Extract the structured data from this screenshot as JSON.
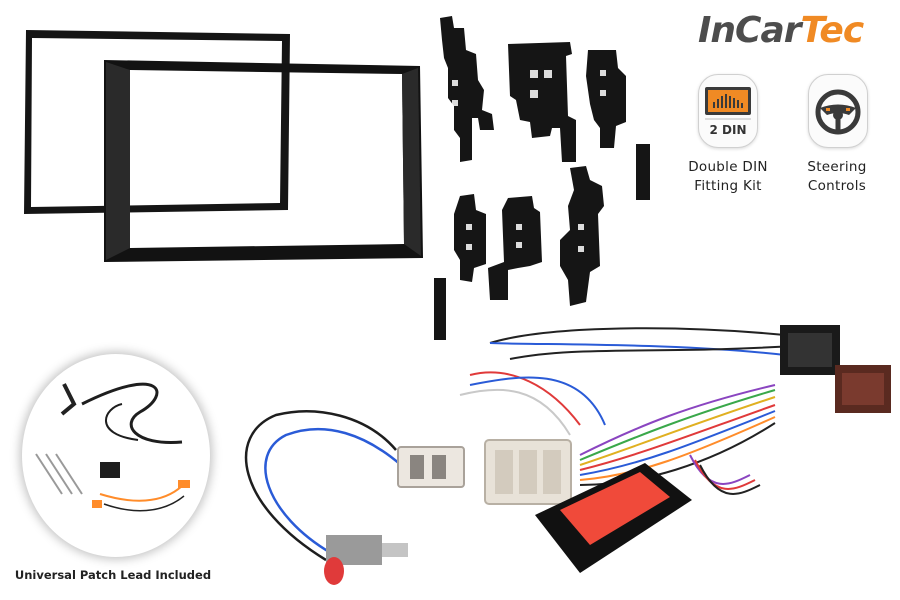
{
  "brand": {
    "part1": "InCar",
    "part2": "Tec"
  },
  "badges": [
    {
      "icon": "2-din-radio-icon",
      "icon_text": "2 DIN",
      "line1": "Double DIN",
      "line2": "Fitting Kit"
    },
    {
      "icon": "steering-wheel-icon",
      "line1": "Steering",
      "line2": "Controls"
    }
  ],
  "patch_lead": {
    "label": "Universal Patch Lead Included"
  },
  "colors": {
    "brand_grey": "#4d4d4d",
    "brand_orange": "#f08a24",
    "interface_red": "#f04a3a"
  }
}
